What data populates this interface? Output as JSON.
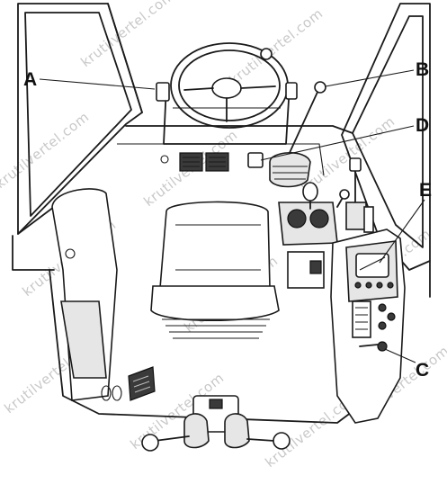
{
  "callouts": {
    "A": "A",
    "B": "B",
    "C": "C",
    "D": "D",
    "E": "E"
  },
  "watermark": "krutilvertel.com"
}
